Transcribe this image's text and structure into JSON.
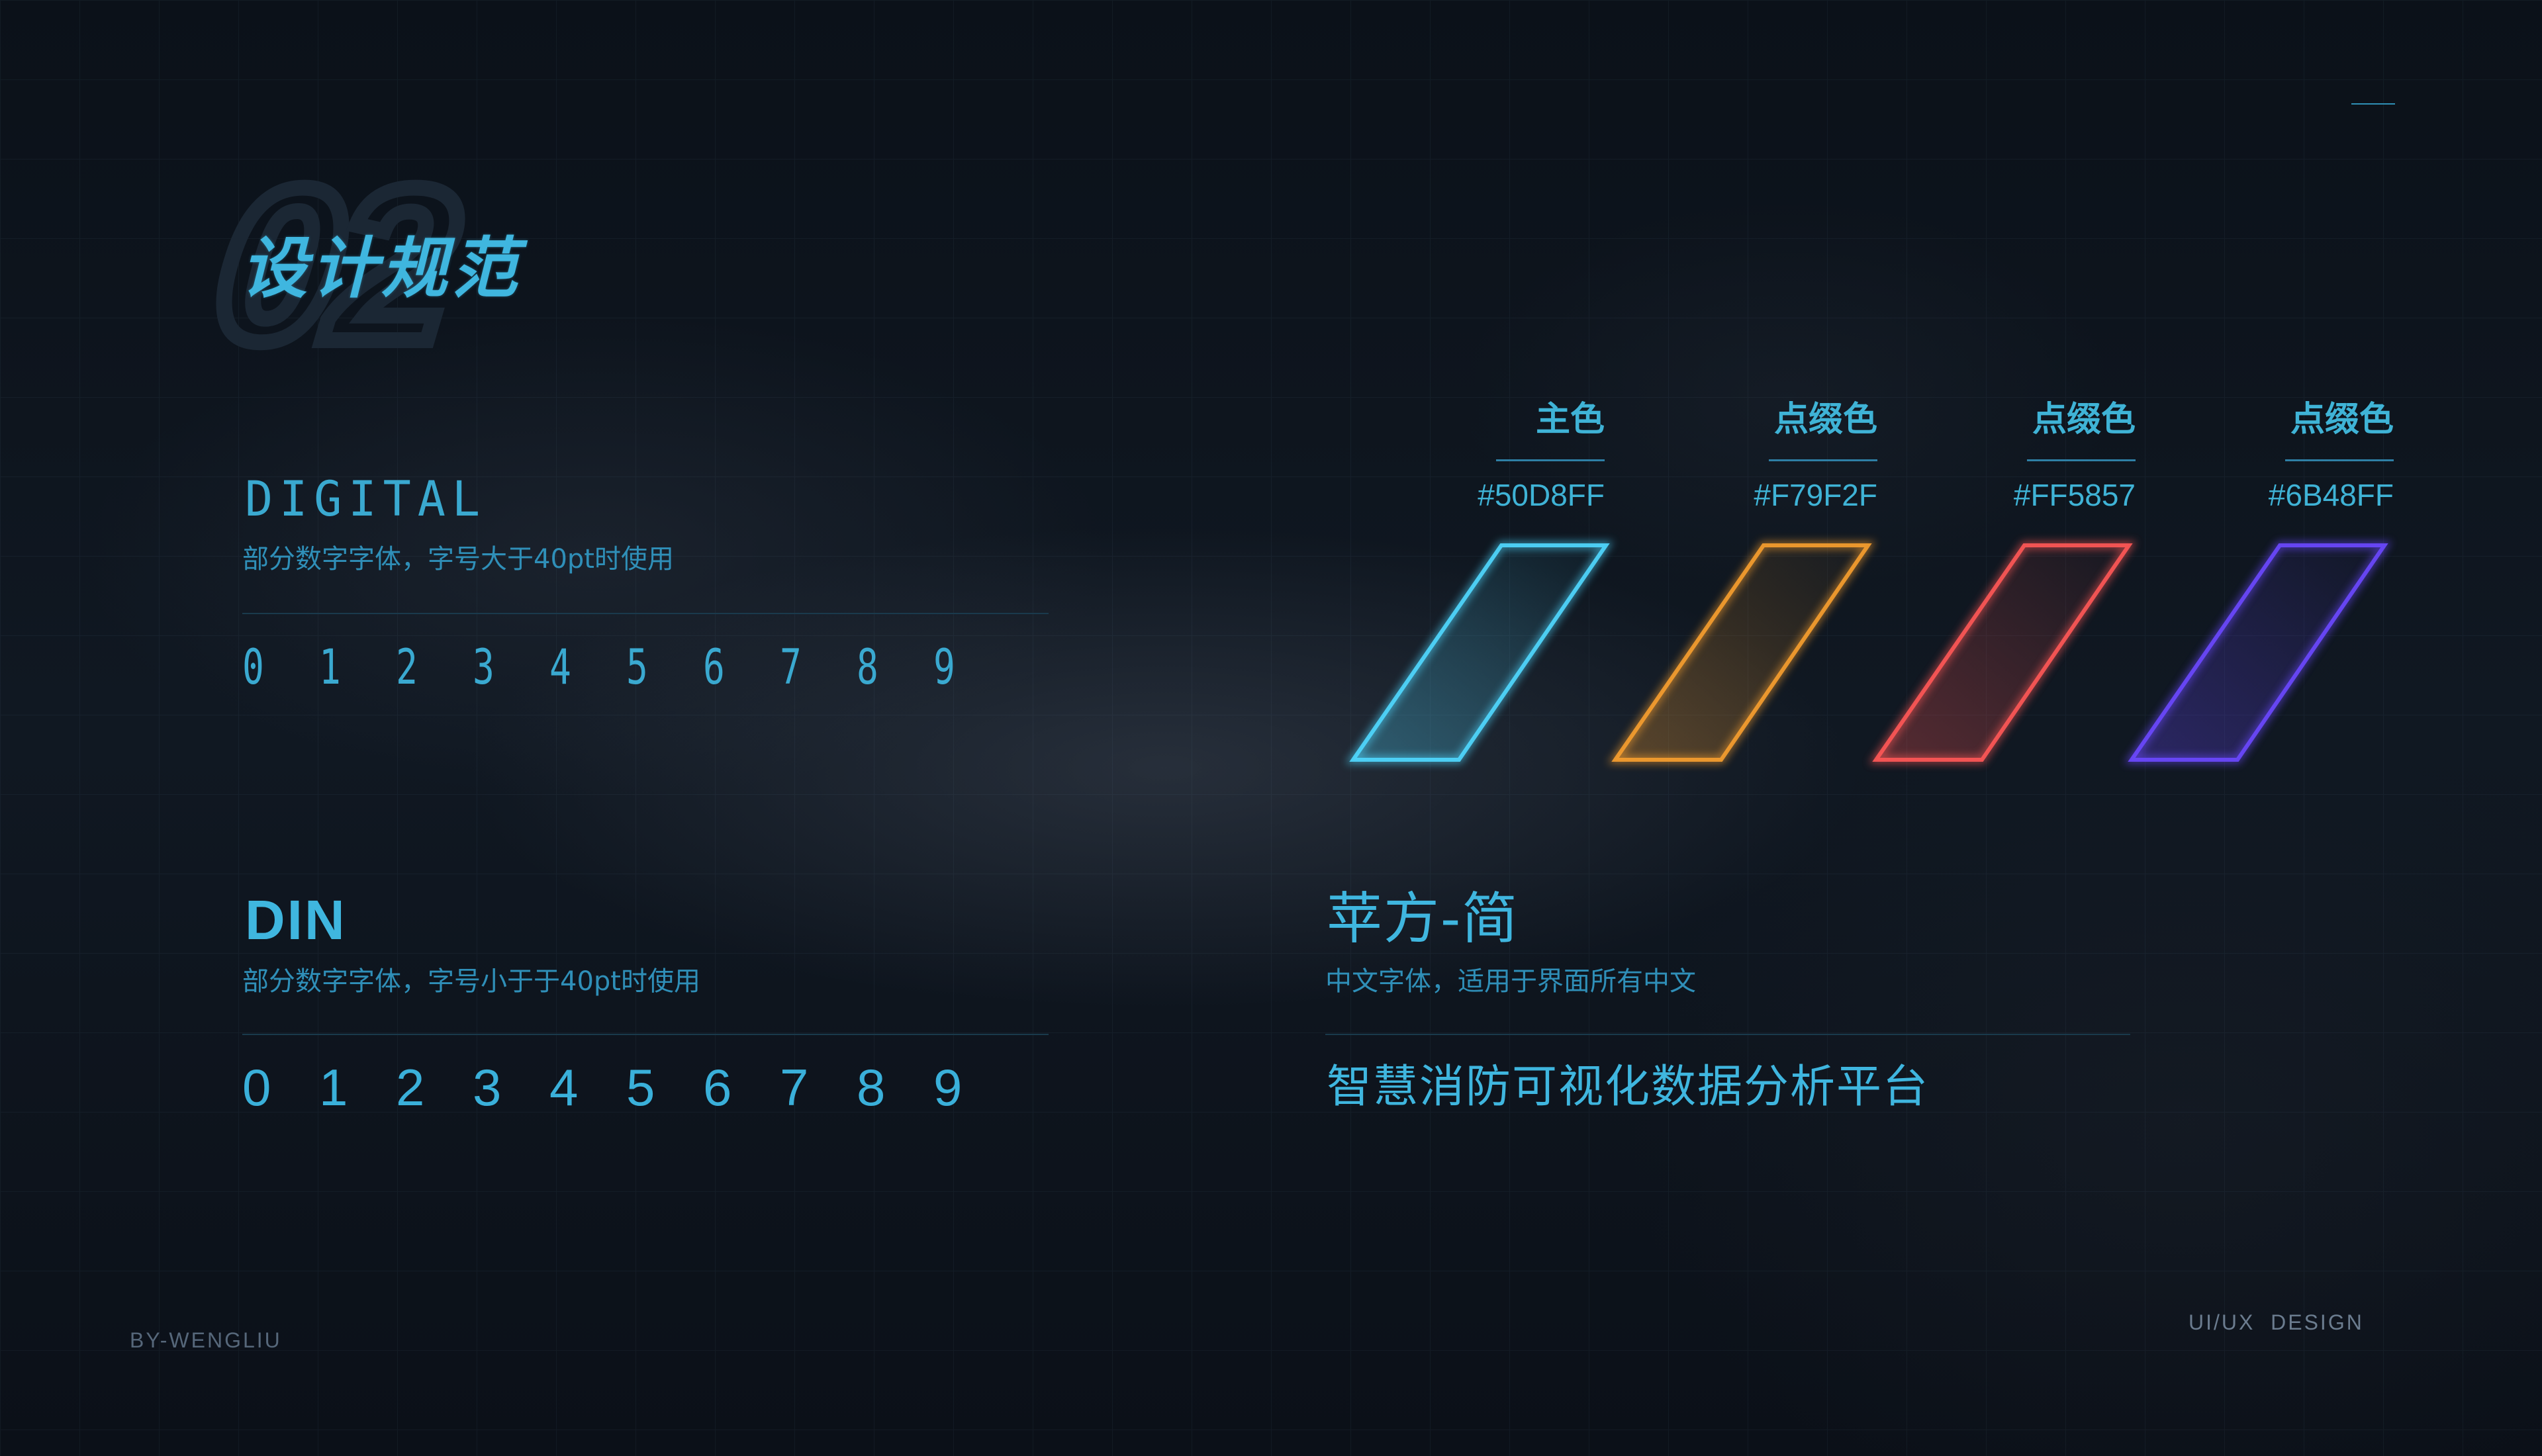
{
  "section": {
    "number": "02",
    "title": "设计规范"
  },
  "digital_font": {
    "name": "DIGITAL",
    "description": "部分数字字体，字号大于40pt时使用",
    "digits": [
      "0",
      "1",
      "2",
      "3",
      "4",
      "5",
      "6",
      "7",
      "8",
      "9"
    ]
  },
  "din_font": {
    "name": "DIN",
    "description": "部分数字字体，字号小于于40pt时使用",
    "digits": [
      "0",
      "1",
      "2",
      "3",
      "4",
      "5",
      "6",
      "7",
      "8",
      "9"
    ]
  },
  "colors": [
    {
      "label": "主色",
      "hex": "#50D8FF"
    },
    {
      "label": "点缀色",
      "hex": "#F79F2F"
    },
    {
      "label": "点缀色",
      "hex": "#FF5857"
    },
    {
      "label": "点缀色",
      "hex": "#6B48FF"
    }
  ],
  "cn_font": {
    "name": "苹方-简",
    "description": "中文字体，适用于界面所有中文",
    "sample": "智慧消防可视化数据分析平台"
  },
  "footer": {
    "author": "BY-WENGLIU",
    "tag": "UI/UX  DESIGN"
  }
}
